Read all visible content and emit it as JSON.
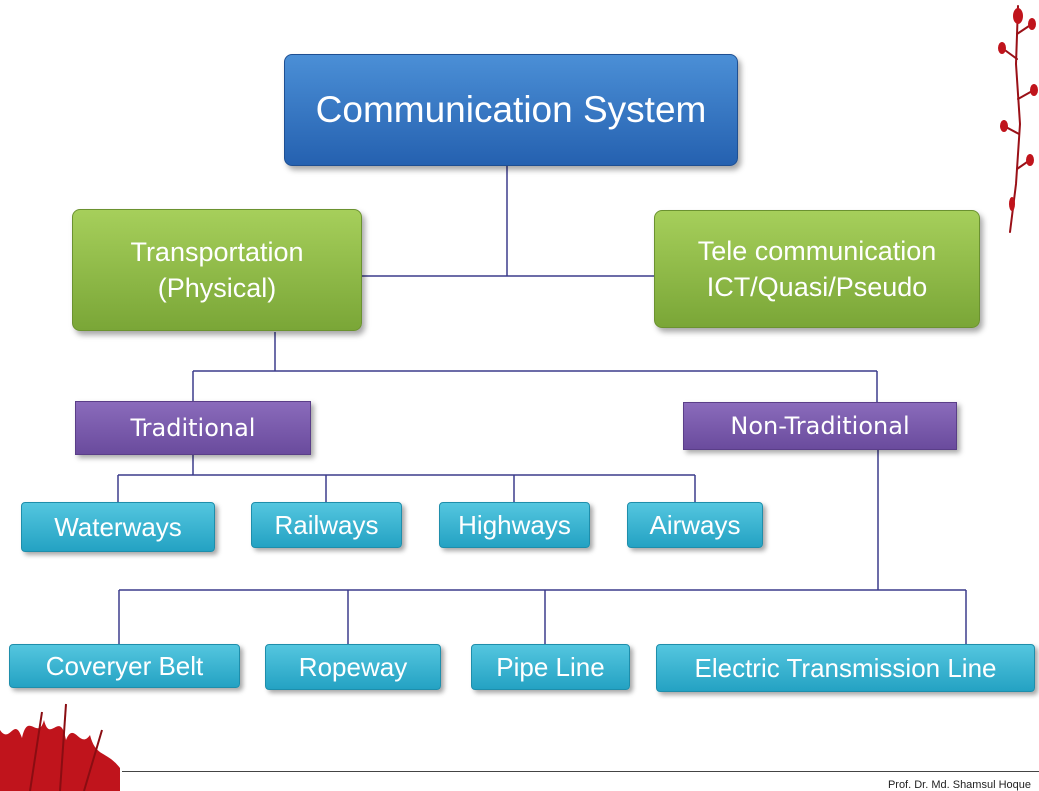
{
  "diagram": {
    "root": {
      "label": "Communication System"
    },
    "categories": [
      {
        "line1": "Transportation",
        "line2": "(Physical)"
      },
      {
        "line1": "Tele communication",
        "line2": "ICT/Quasi/Pseudo"
      }
    ],
    "transport_types": {
      "traditional": "Traditional",
      "non_traditional": "Non-Traditional"
    },
    "traditional_modes": [
      "Waterways",
      "Railways",
      "Highways",
      "Airways"
    ],
    "non_traditional_modes": [
      "Coveryer Belt",
      "Ropeway",
      "Pipe Line",
      "Electric Transmission Line"
    ]
  },
  "footer": {
    "credit": "Prof. Dr. Md. Shamsul Hoque"
  },
  "colors": {
    "root_box": "#2e6fbd",
    "category_box": "#8dbb45",
    "type_box": "#7a5aaf",
    "mode_box": "#35b2d2",
    "connector": "#3c3c8c",
    "decor": "#c0141c"
  }
}
